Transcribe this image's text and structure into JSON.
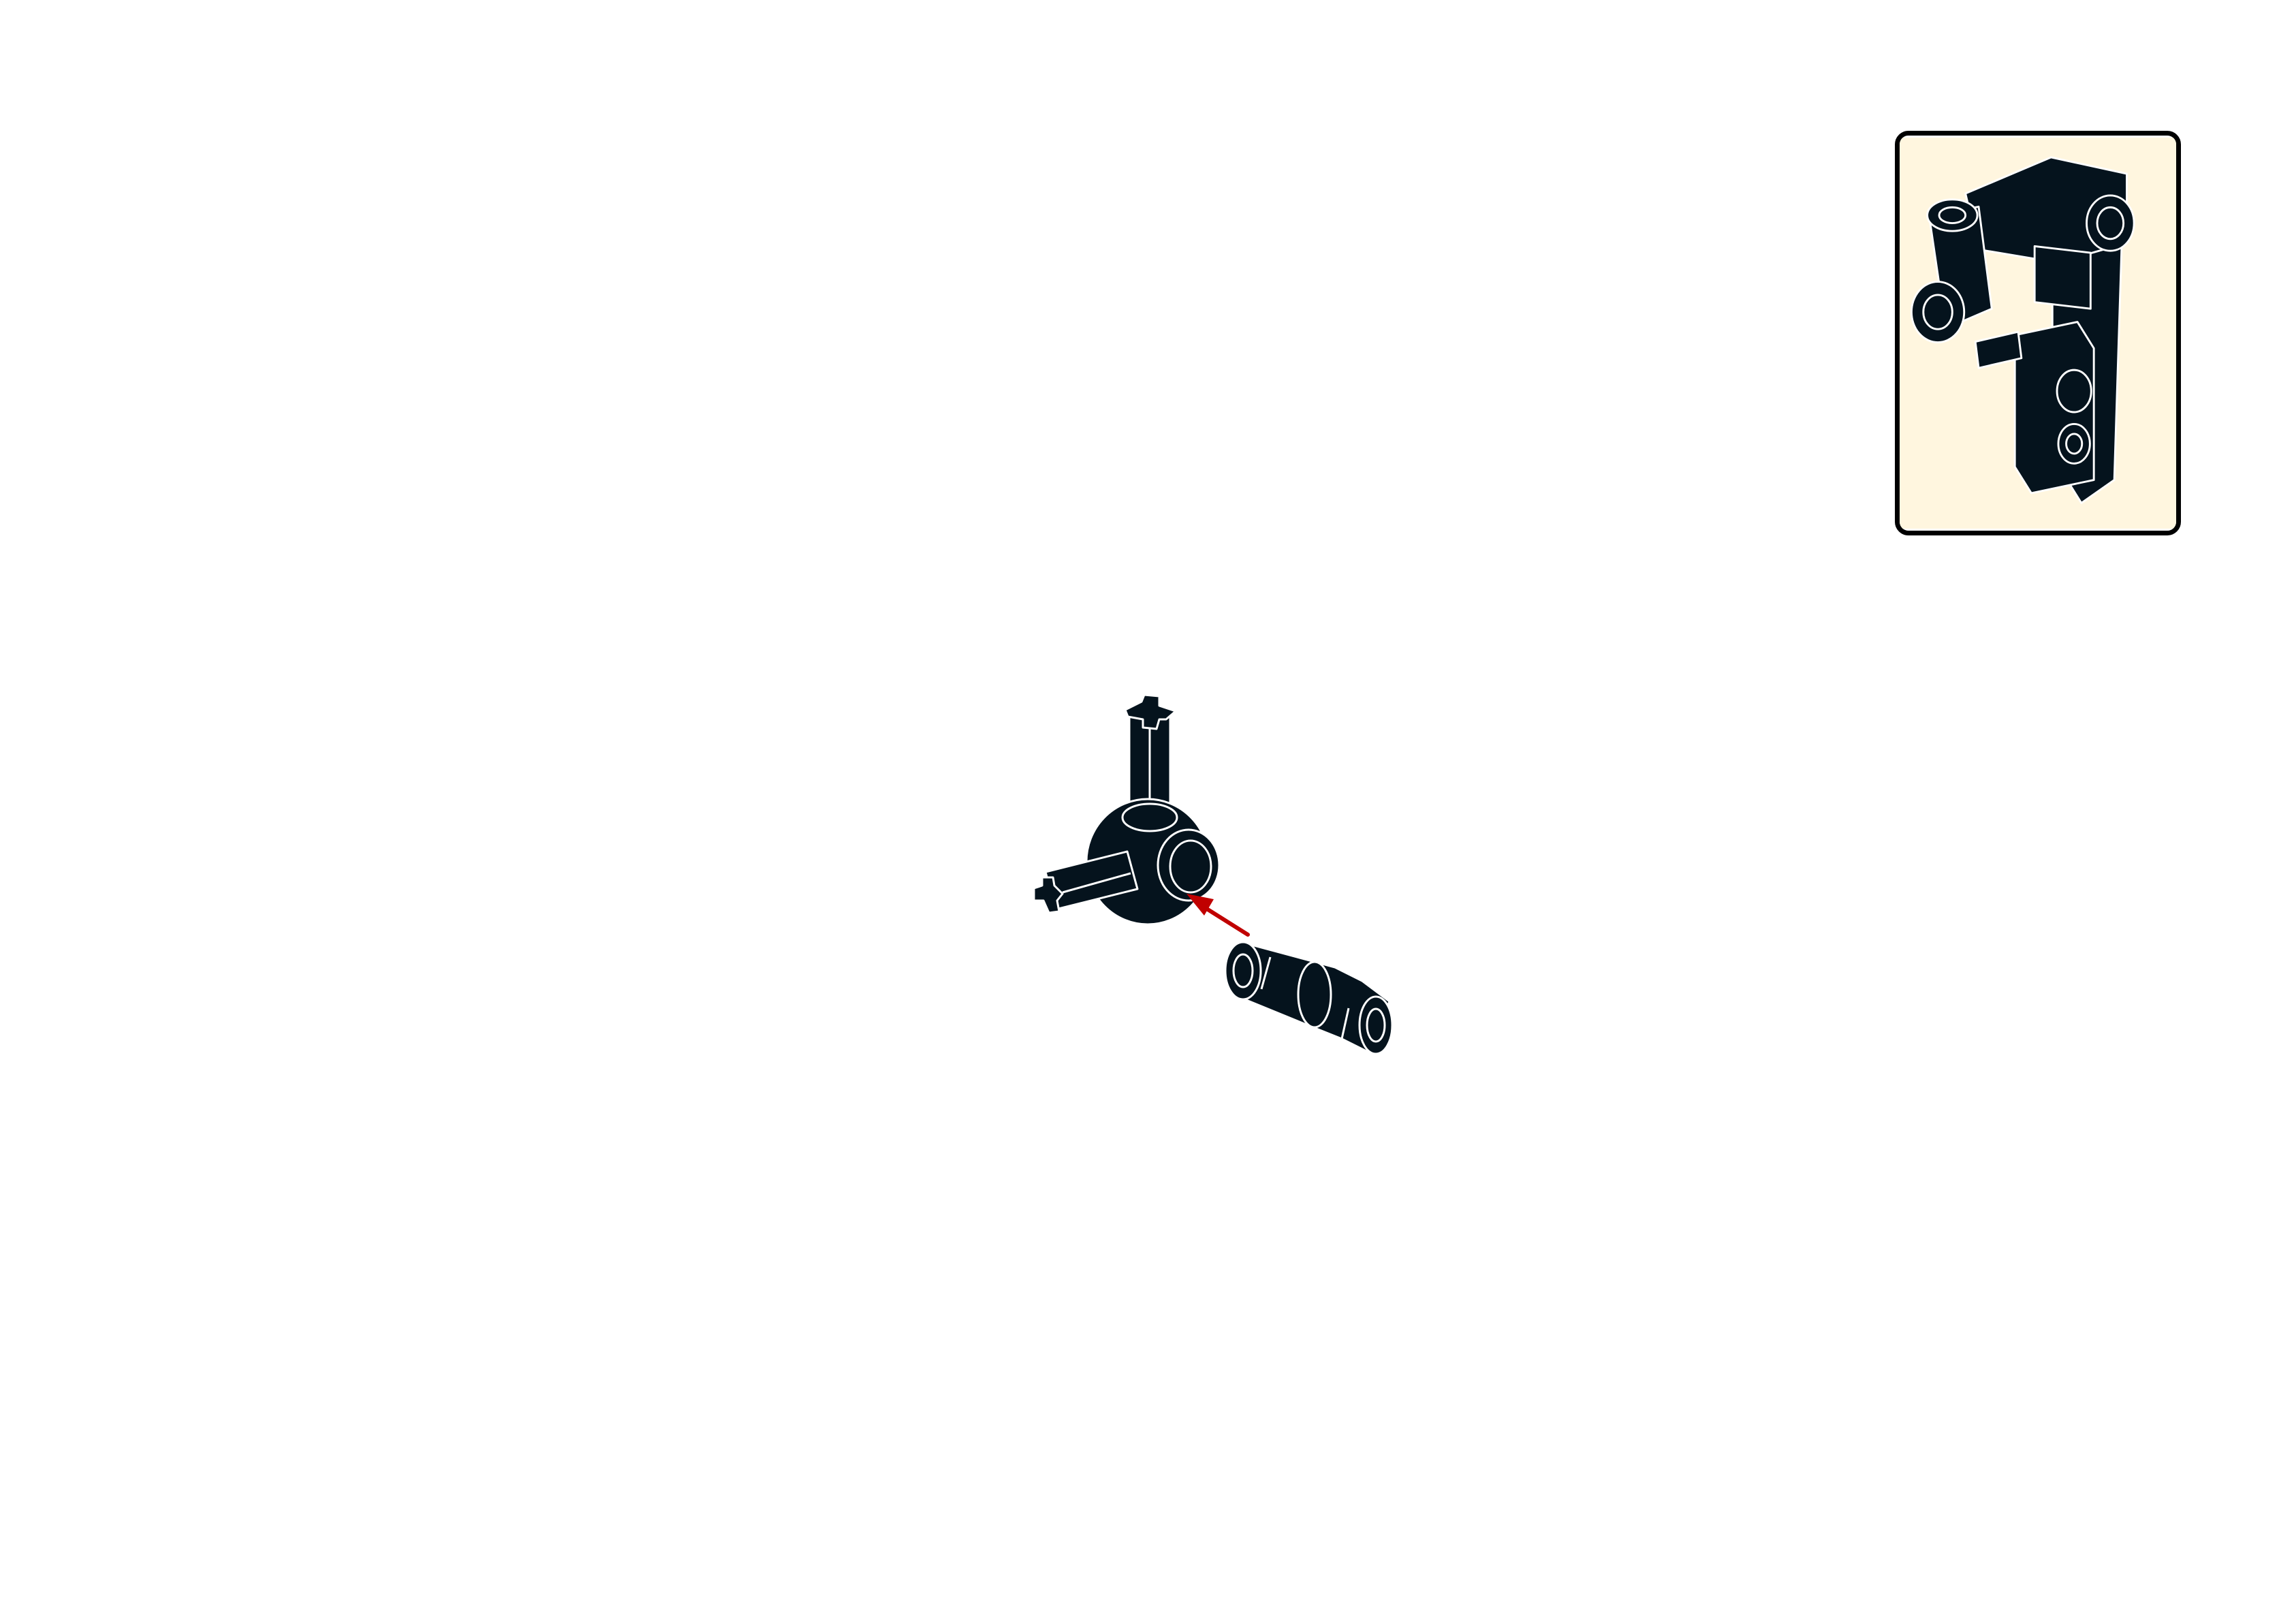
{
  "instruction_page": {
    "background_color": "#ffffff",
    "parts_color": "#05131d",
    "outline_color": "#ffffff",
    "callout": {
      "background_color": "#fff6df",
      "border_color": "#000000",
      "icon": "submodel-preview-icon"
    },
    "assembly": {
      "parts": [
        {
          "name": "axle-and-pin-connector-hub",
          "icon": "connector-hub-icon"
        },
        {
          "name": "friction-pin-with-bush",
          "icon": "pin-icon"
        }
      ],
      "arrow": {
        "color": "#c00000",
        "direction": "pin-into-hub"
      }
    }
  }
}
